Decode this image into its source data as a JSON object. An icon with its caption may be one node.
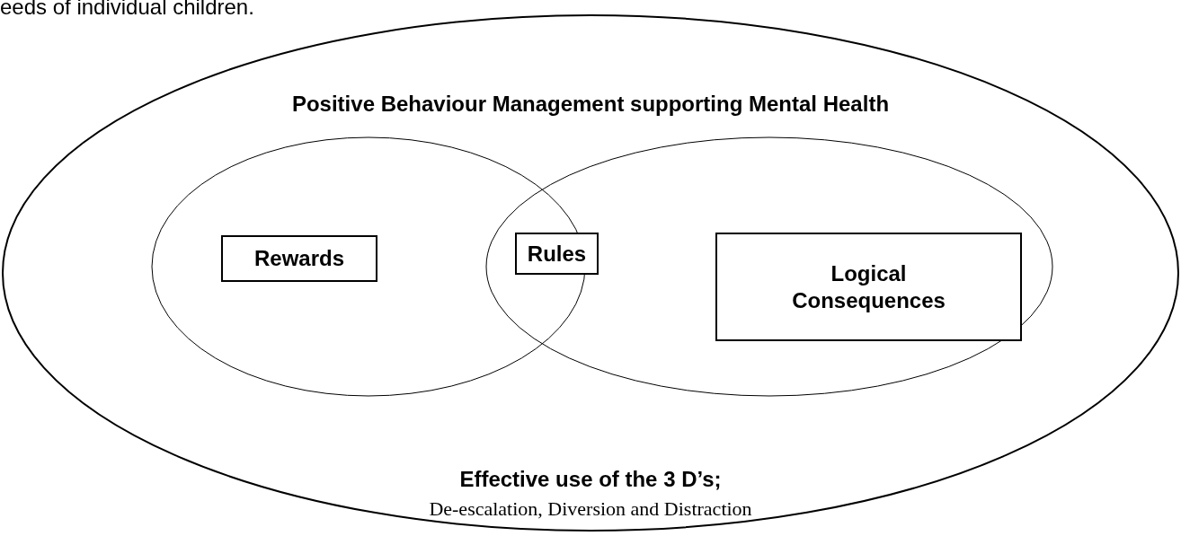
{
  "diagram": {
    "nodes": [
      {
        "text": [
          "Positive Behaviour Management supporting Mental Health",
          "Effective use of the 3 D’s;",
          "De-escalation, Diversion and Distraction"
        ]
      },
      {
        "text": [],
        "shape": "ellipse",
        "in": 0
      },
      {
        "text": [],
        "shape": "ellipse",
        "in": 0
      },
      {
        "text": [
          "Rewards"
        ],
        "in": 1
      },
      {
        "text": [
          "Rules"
        ],
        "in": 2
      },
      {
        "text": [
          "Logical Consequences"
        ],
        "in": 2
      }
    ],
    "edges": [],
    "labels": [
      "eeds of individual children."
    ]
  }
}
